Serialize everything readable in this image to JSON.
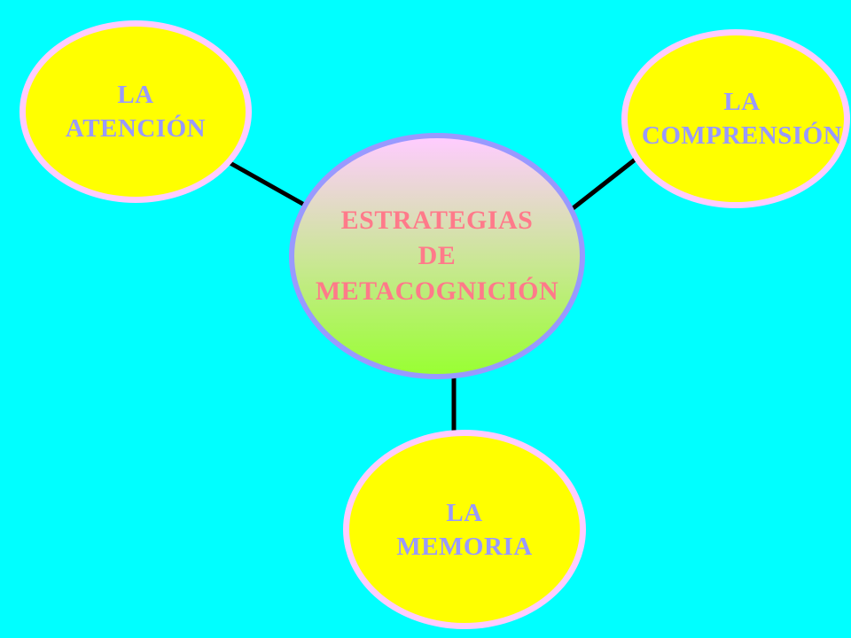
{
  "diagram": {
    "center": {
      "lines": [
        "ESTRATEGIAS",
        "DE",
        "METACOGNICIÓN"
      ]
    },
    "nodes": [
      {
        "id": "attention",
        "lines": [
          "LA",
          "ATENCIÓN"
        ]
      },
      {
        "id": "comprehension",
        "lines": [
          "LA",
          "COMPRENSIÓN"
        ]
      },
      {
        "id": "memory",
        "lines": [
          "LA",
          "MEMORIA"
        ]
      }
    ]
  },
  "colors": {
    "background": "#00FFFF",
    "satellite_fill": "#FFFF00",
    "satellite_border": "#FFCCFF",
    "satellite_text": "#9999FF",
    "center_gradient_top": "#FFCCFF",
    "center_gradient_bottom": "#99FF33",
    "center_border": "#9999FF",
    "center_text": "#FF7A8A",
    "connector": "#000000"
  }
}
